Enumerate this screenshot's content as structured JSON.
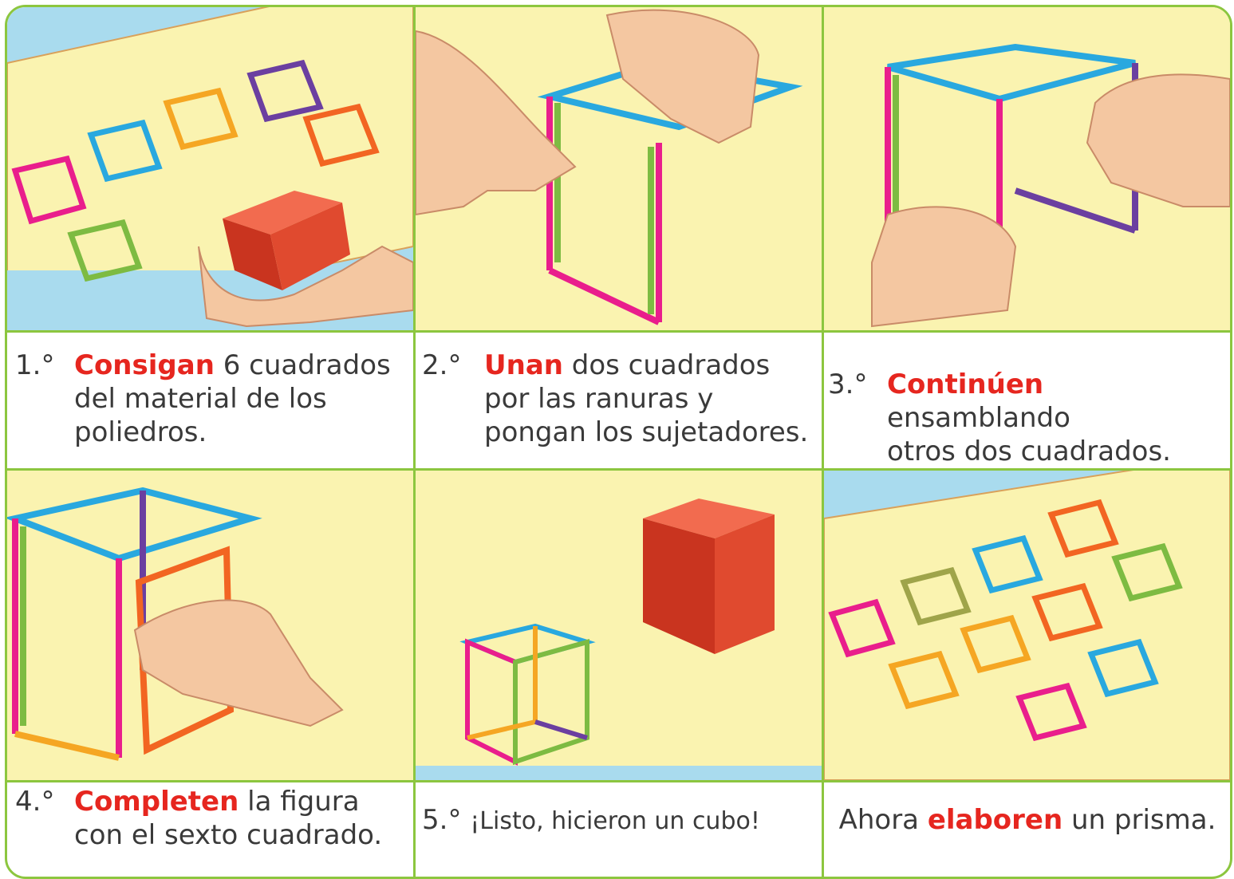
{
  "steps": [
    {
      "number": "1.°",
      "verb": "Consigan",
      "line1_rest": " 6 cuadrados",
      "line2": "del material de los",
      "line3": "poliedros."
    },
    {
      "number": "2.°",
      "verb": "Unan",
      "line1_rest": " dos cuadrados",
      "line2": "por las ranuras y",
      "line3": "pongan los sujetadores."
    },
    {
      "number": "3.°",
      "verb": "Continúen",
      "line1_rest": " ensamblando",
      "line2": "otros dos cuadrados."
    },
    {
      "number": "4.°",
      "verb": "Completen",
      "line1_rest": " la figura",
      "line2": "con el sexto cuadrado."
    },
    {
      "number": "5.°",
      "text": "¡Listo, hicieron un cubo!"
    }
  ],
  "final": {
    "prefix": "Ahora ",
    "verb": "elaboren",
    "suffix": " un prisma."
  },
  "colors": {
    "border": "#8cc63f",
    "verb": "#e6261f",
    "paper": "#faf3b0",
    "table_blue": "#a9dbee",
    "cube_red": "#e04a2f"
  },
  "illustrations": [
    "six-squares-and-red-cube",
    "joining-two-squares",
    "assembling-two-more-squares",
    "completing-with-sixth-square",
    "finished-cube-beside-red-cube",
    "squares-for-prism"
  ]
}
